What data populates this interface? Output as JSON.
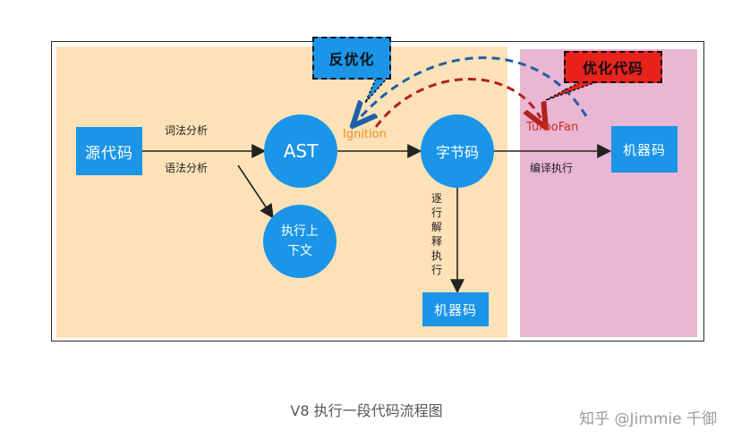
{
  "nodes": {
    "source": "源代码",
    "ast": "AST",
    "context": "执行上下文",
    "bytecode": "字节码",
    "machine_interp": "机器码",
    "machine_jit": "机器码"
  },
  "edges": {
    "lexical": "词法分析",
    "syntax": "语法分析",
    "ignition": "Ignition",
    "turbofan": "TurboFan",
    "interpret": "逐行解释执行",
    "compile": "编译执行"
  },
  "callouts": {
    "deopt": "反优化",
    "optimize": "优化代码"
  },
  "caption": "V8 执行一段代码流程图",
  "watermark": "知乎 @Jimmie 千御",
  "colors": {
    "node_blue": "#1a95e8",
    "zone_orange": "#fde2b8",
    "zone_pink": "#e9b6d4",
    "deopt_arrow": "#1f5fa8",
    "optimize_arrow": "#b3221b",
    "ignition_text": "#f08c1a",
    "turbofan_text": "#d42a1e"
  }
}
